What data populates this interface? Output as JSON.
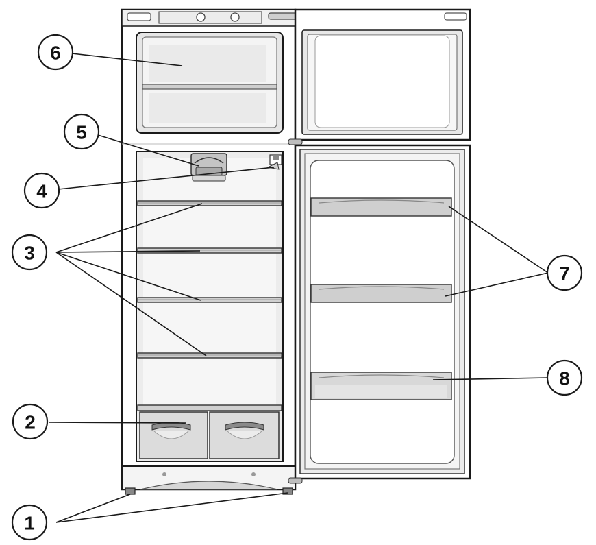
{
  "callouts": [
    {
      "id": "1",
      "label": "1"
    },
    {
      "id": "2",
      "label": "2"
    },
    {
      "id": "3",
      "label": "3"
    },
    {
      "id": "4",
      "label": "4"
    },
    {
      "id": "5",
      "label": "5"
    },
    {
      "id": "6",
      "label": "6"
    },
    {
      "id": "7",
      "label": "7"
    },
    {
      "id": "8",
      "label": "8"
    }
  ],
  "colors": {
    "outline": "#1a1a1a",
    "wall": "#e6e6e6",
    "wall_light": "#f2f2f2",
    "door_fill": "#ffffff",
    "shelf": "#c8c8c8",
    "bin": "#d4d4d4",
    "drawer": "#dadada"
  }
}
